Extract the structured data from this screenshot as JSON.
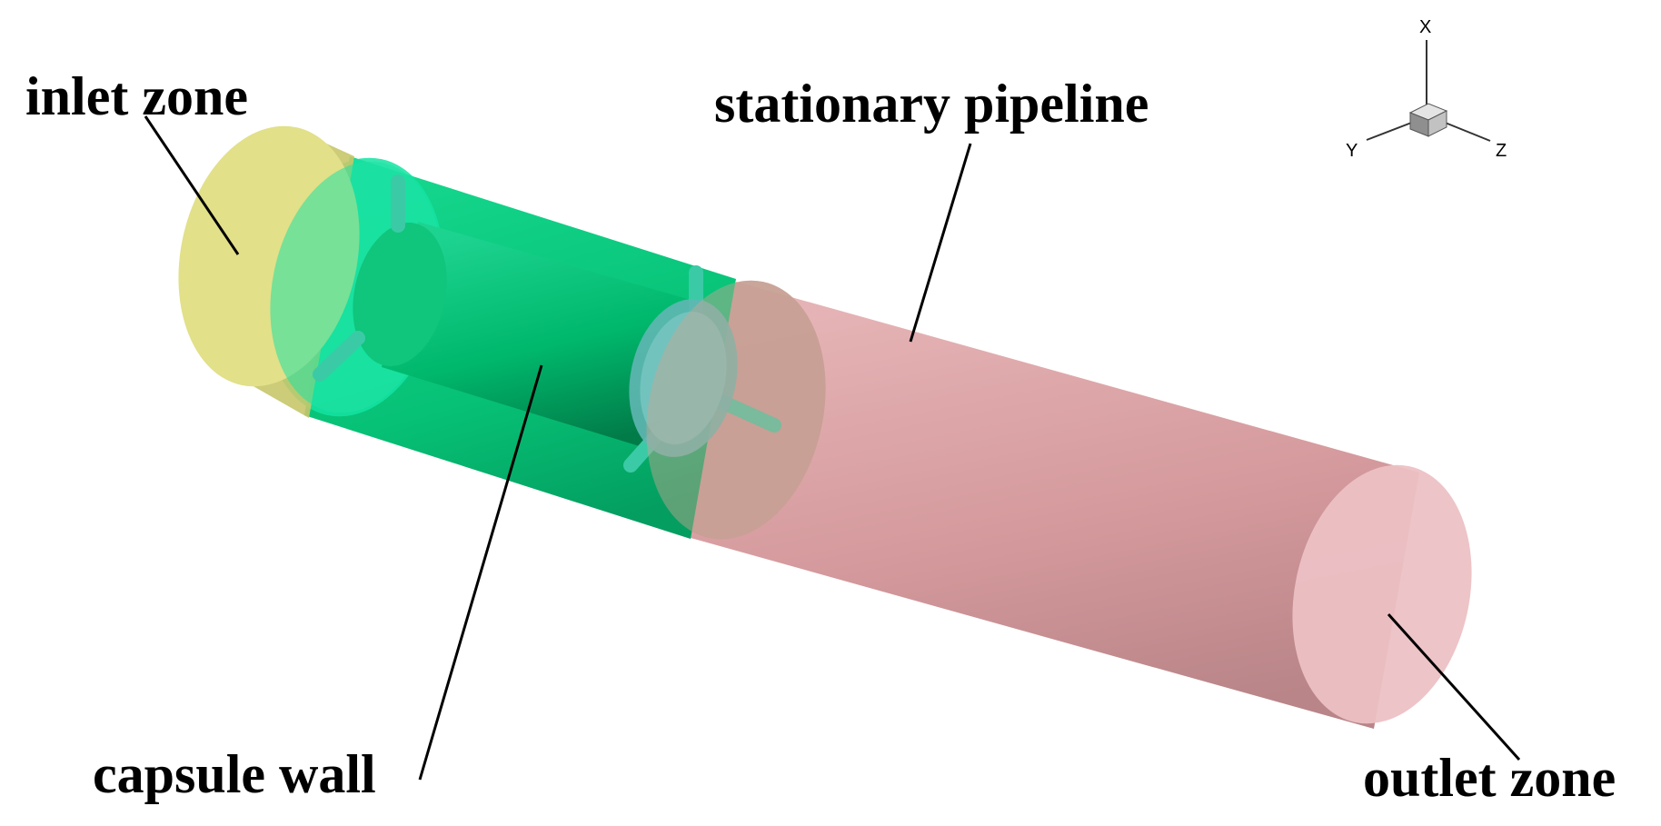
{
  "labels": {
    "inlet": "inlet zone",
    "pipeline": "stationary pipeline",
    "capsule": "capsule wall",
    "outlet": "outlet zone"
  },
  "axes": {
    "x": "X",
    "y": "Y",
    "z": "Z"
  },
  "colors": {
    "inlet": "#e0df8a",
    "capsule_region": "#0fc57a",
    "capsule": "#00b86a",
    "pipeline": "#d4999c",
    "outlet": "#ecc1c4",
    "support": "#3bc9a4"
  }
}
